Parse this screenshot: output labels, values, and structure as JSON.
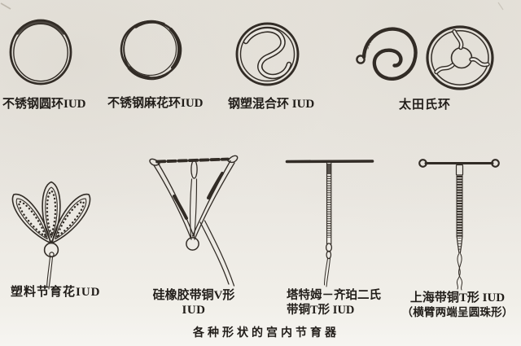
{
  "colors": {
    "background": "#e9e6e0",
    "ink": "#322c26",
    "text": "#211d19"
  },
  "figures": {
    "top": [
      {
        "device": "stainless-steel-round-ring-iud",
        "label": "不锈钢圆环IUD"
      },
      {
        "device": "stainless-steel-twisted-ring-iud",
        "label": "不锈钢麻花环IUD"
      },
      {
        "device": "steel-plastic-mixed-ring-iud",
        "label": "钢塑混合环 IUD"
      },
      {
        "device": "ota-ring",
        "label": "太田氏环"
      }
    ],
    "bottom": [
      {
        "device": "plastic-birth-control-flower-iud",
        "line1": "塑料节育花IUD",
        "line2": ""
      },
      {
        "device": "silicone-rubber-copper-v-iud",
        "line1": "硅橡胶带铜V形",
        "line2": "IUD"
      },
      {
        "device": "tatum-zipper-copper-t-iud",
        "line1": "塔特姆－齐珀二氏",
        "line2": "带铜T形 IUD"
      },
      {
        "device": "shanghai-copper-t-iud",
        "line1": "上海带铜T形 IUD",
        "line2": "（横臂两端呈圆珠形）"
      }
    ]
  },
  "caption": "各种形状的宫内节育器"
}
